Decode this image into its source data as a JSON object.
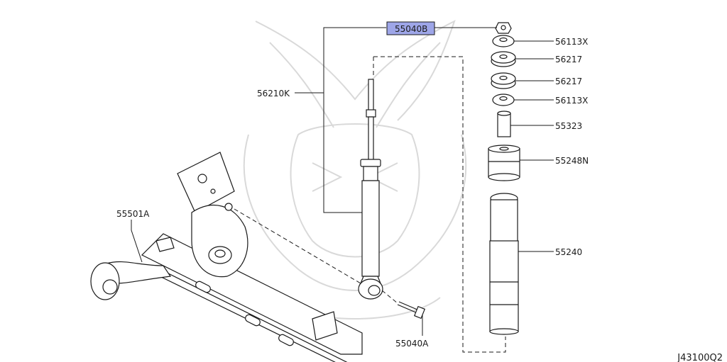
{
  "diagram": {
    "reference_code": "J43100Q2",
    "highlight_color": "#9ea6e8",
    "callouts": {
      "shock_assy": "55040B",
      "shock_absorber": "56210K",
      "axle_beam": "55501A",
      "mount_bolt": "55040A",
      "washer_upper": "56113X",
      "bushing_upper": "56217",
      "bushing_lower": "56217",
      "washer_lower": "56113X",
      "spacer": "55323",
      "bound_bumper": "55248N",
      "dust_cover": "55240"
    }
  }
}
